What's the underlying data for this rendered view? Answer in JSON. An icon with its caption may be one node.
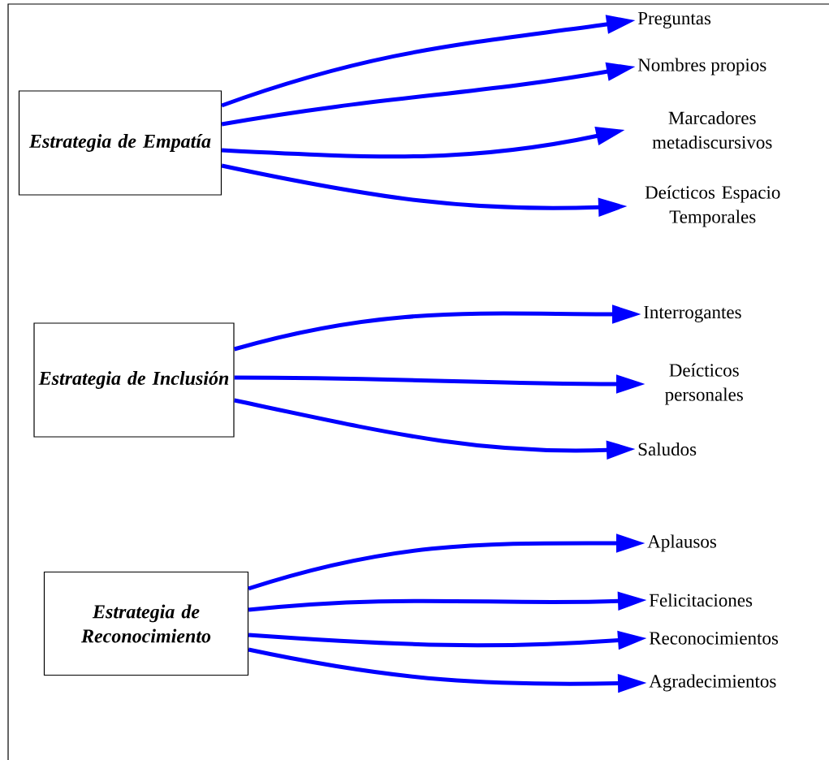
{
  "diagram": {
    "nodes": [
      {
        "text": [
          "Estrategia de Empatía"
        ]
      },
      {
        "text": [
          "Preguntas"
        ]
      },
      {
        "text": [
          "Nombres propios"
        ]
      },
      {
        "text": [
          "Marcadores metadiscursivos"
        ]
      },
      {
        "text": [
          "Deícticos Espacio Temporales"
        ]
      },
      {
        "text": [
          "Estrategia de Inclusión"
        ]
      },
      {
        "text": [
          "Interrogantes"
        ]
      },
      {
        "text": [
          "Deícticos personales"
        ]
      },
      {
        "text": [
          "Saludos"
        ]
      },
      {
        "text": [
          "Estrategia de Reconocimiento"
        ]
      },
      {
        "text": [
          "Aplausos"
        ]
      },
      {
        "text": [
          "Felicitaciones"
        ]
      },
      {
        "text": [
          "Reconocimientos"
        ]
      },
      {
        "text": [
          "Agradecimientos"
        ]
      }
    ],
    "edges": [
      {
        "from": 0,
        "to": 1,
        "arrow": "to"
      },
      {
        "from": 0,
        "to": 2,
        "arrow": "to"
      },
      {
        "from": 0,
        "to": 3,
        "arrow": "to"
      },
      {
        "from": 0,
        "to": 4,
        "arrow": "to"
      },
      {
        "from": 5,
        "to": 6,
        "arrow": "to"
      },
      {
        "from": 5,
        "to": 7,
        "arrow": "to"
      },
      {
        "from": 5,
        "to": 8,
        "arrow": "to"
      },
      {
        "from": 9,
        "to": 10,
        "arrow": "to"
      },
      {
        "from": 9,
        "to": 11,
        "arrow": "to"
      },
      {
        "from": 9,
        "to": 12,
        "arrow": "to"
      },
      {
        "from": 9,
        "to": 13,
        "arrow": "to"
      }
    ]
  }
}
